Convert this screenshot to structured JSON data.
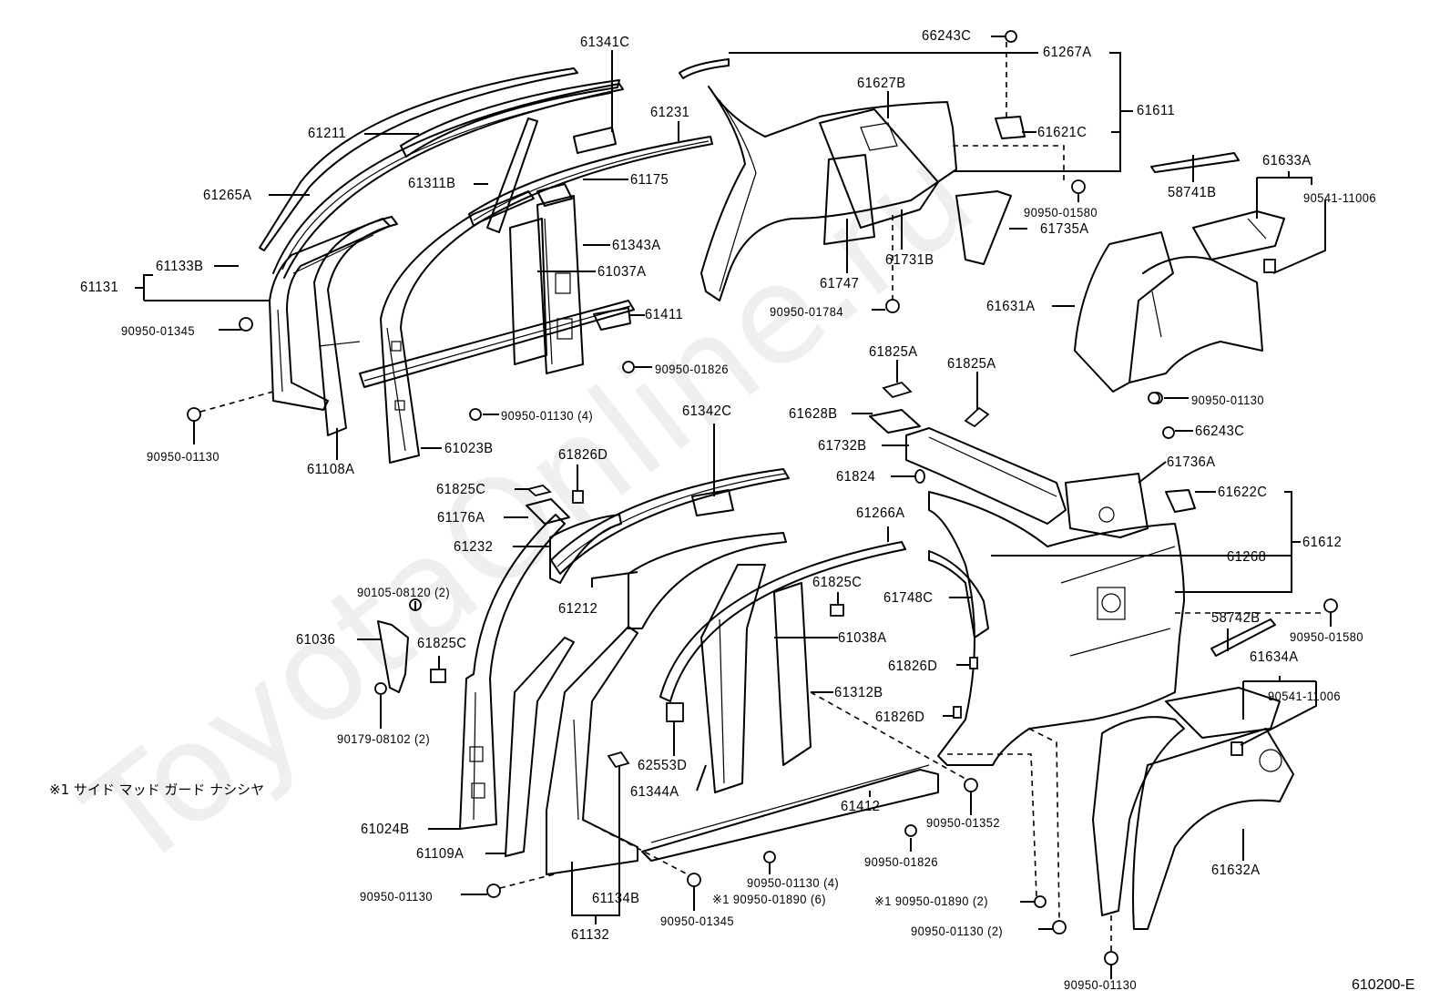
{
  "diagram": {
    "type": "exploded parts diagram",
    "subject": "Side member / body panel (left side) – Toyota body parts",
    "watermark": "ToyotaOnline.ru",
    "diagram_code": "610200-E",
    "footnote": "※1 サイド マッド ガード ナシシヤ",
    "labels": [
      {
        "id": "61341C",
        "text": "61341C"
      },
      {
        "id": "61231",
        "text": "61231"
      },
      {
        "id": "61211",
        "text": "61211"
      },
      {
        "id": "61265A",
        "text": "61265A"
      },
      {
        "id": "61311B",
        "text": "61311B"
      },
      {
        "id": "61175",
        "text": "61175"
      },
      {
        "id": "61343A",
        "text": "61343A"
      },
      {
        "id": "61037A",
        "text": "61037A"
      },
      {
        "id": "61133B",
        "text": "61133B"
      },
      {
        "id": "61131",
        "text": "61131"
      },
      {
        "id": "90950-01345-a",
        "text": "90950-01345"
      },
      {
        "id": "61411",
        "text": "61411"
      },
      {
        "id": "90950-01826-a",
        "text": "90950-01826"
      },
      {
        "id": "90950-01130-4a",
        "text": "90950-01130 (4)"
      },
      {
        "id": "90950-01130-a",
        "text": "90950-01130"
      },
      {
        "id": "61108A",
        "text": "61108A"
      },
      {
        "id": "61023B",
        "text": "61023B"
      },
      {
        "id": "66243C-a",
        "text": "66243C"
      },
      {
        "id": "61267A",
        "text": "61267A"
      },
      {
        "id": "61627B",
        "text": "61627B"
      },
      {
        "id": "61611",
        "text": "61611"
      },
      {
        "id": "61621C",
        "text": "61621C"
      },
      {
        "id": "90950-01580-a",
        "text": "90950-01580"
      },
      {
        "id": "61735A",
        "text": "61735A"
      },
      {
        "id": "61747",
        "text": "61747"
      },
      {
        "id": "61731B",
        "text": "61731B"
      },
      {
        "id": "90950-01784",
        "text": "90950-01784"
      },
      {
        "id": "58741B",
        "text": "58741B"
      },
      {
        "id": "61633A",
        "text": "61633A"
      },
      {
        "id": "90541-11006-a",
        "text": "90541-11006"
      },
      {
        "id": "61631A",
        "text": "61631A"
      },
      {
        "id": "90950-01130-b",
        "text": "90950-01130"
      },
      {
        "id": "61825A-a",
        "text": "61825A"
      },
      {
        "id": "61825A-b",
        "text": "61825A"
      },
      {
        "id": "61628B",
        "text": "61628B"
      },
      {
        "id": "61732B",
        "text": "61732B"
      },
      {
        "id": "61824",
        "text": "61824"
      },
      {
        "id": "66243C-b",
        "text": "66243C"
      },
      {
        "id": "61736A",
        "text": "61736A"
      },
      {
        "id": "61622C",
        "text": "61622C"
      },
      {
        "id": "61612",
        "text": "61612"
      },
      {
        "id": "61268",
        "text": "61268"
      },
      {
        "id": "61342C",
        "text": "61342C"
      },
      {
        "id": "61826D-a",
        "text": "61826D"
      },
      {
        "id": "61825C-a",
        "text": "61825C"
      },
      {
        "id": "61176A",
        "text": "61176A"
      },
      {
        "id": "61232",
        "text": "61232"
      },
      {
        "id": "61266A",
        "text": "61266A"
      },
      {
        "id": "61212",
        "text": "61212"
      },
      {
        "id": "90105-08120",
        "text": "90105-08120 (2)"
      },
      {
        "id": "61036",
        "text": "61036"
      },
      {
        "id": "61825C-b",
        "text": "61825C"
      },
      {
        "id": "61825C-c",
        "text": "61825C"
      },
      {
        "id": "61748C",
        "text": "61748C"
      },
      {
        "id": "61038A",
        "text": "61038A"
      },
      {
        "id": "58742B",
        "text": "58742B"
      },
      {
        "id": "90950-01580-b",
        "text": "90950-01580"
      },
      {
        "id": "61634A",
        "text": "61634A"
      },
      {
        "id": "90541-11006-b",
        "text": "90541-11006"
      },
      {
        "id": "61826D-b",
        "text": "61826D"
      },
      {
        "id": "61312B",
        "text": "61312B"
      },
      {
        "id": "61826D-c",
        "text": "61826D"
      },
      {
        "id": "90179-08102",
        "text": "90179-08102 (2)"
      },
      {
        "id": "62553D",
        "text": "62553D"
      },
      {
        "id": "61344A",
        "text": "61344A"
      },
      {
        "id": "61024B",
        "text": "61024B"
      },
      {
        "id": "61109A",
        "text": "61109A"
      },
      {
        "id": "61412",
        "text": "61412"
      },
      {
        "id": "90950-01352",
        "text": "90950-01352"
      },
      {
        "id": "90950-01826-b",
        "text": "90950-01826"
      },
      {
        "id": "90950-01130-4b",
        "text": "90950-01130 (4)"
      },
      {
        "id": "90950-01130-c",
        "text": "90950-01130"
      },
      {
        "id": "61134B",
        "text": "61134B"
      },
      {
        "id": "90950-01890-6",
        "text": "※1 90950-01890 (6)"
      },
      {
        "id": "90950-01890-2",
        "text": "※1 90950-01890 (2)"
      },
      {
        "id": "90950-01345-b",
        "text": "90950-01345"
      },
      {
        "id": "61132",
        "text": "61132"
      },
      {
        "id": "90950-01130-2",
        "text": "90950-01130 (2)"
      },
      {
        "id": "61632A",
        "text": "61632A"
      },
      {
        "id": "90950-01130-d",
        "text": "90950-01130"
      }
    ]
  }
}
